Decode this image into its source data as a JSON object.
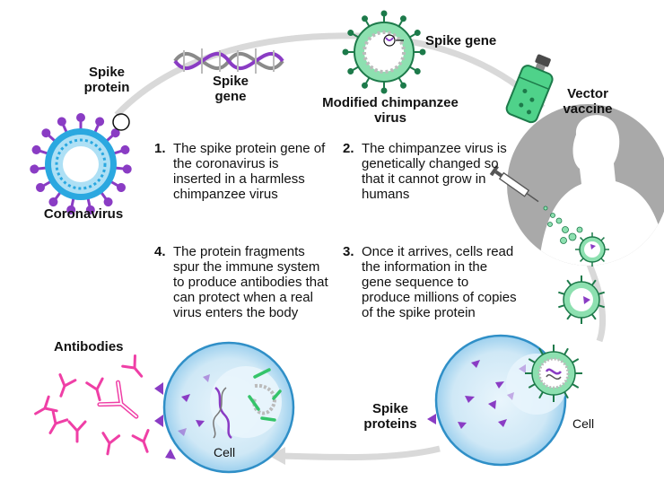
{
  "labels": {
    "spike_protein": "Spike protein",
    "coronavirus": "Coronavirus",
    "spike_gene_dna": "Spike gene",
    "spike_gene_virus": "Spike gene",
    "modified_virus": "Modified chimpanzee virus",
    "vector_vaccine": "Vector vaccine",
    "antibodies": "Antibodies",
    "spike_proteins": "Spike proteins",
    "cell_left": "Cell",
    "cell_right": "Cell"
  },
  "steps": [
    {
      "num": "1.",
      "text": "The spike protein gene of the coronavirus is inserted in a harmless chimpanzee virus"
    },
    {
      "num": "2.",
      "text": "The chimpanzee virus is genetically changed so that it cannot grow in humans"
    },
    {
      "num": "3.",
      "text": "Once it arrives, cells read the information in the gene sequence to produce millions of copies of the spike protein"
    },
    {
      "num": "4.",
      "text": "The protein fragments spur the immune system to produce antibodies that can protect when a real virus enters the body"
    }
  ],
  "colors": {
    "virus_blue": "#2aa8e0",
    "virus_light": "#aee0f5",
    "spike_purple": "#8a3cc4",
    "mod_virus_green": "#8de0b0",
    "mod_virus_dark": "#1d7a4a",
    "antibody_pink": "#ef3fa6",
    "cycle_gray": "#d9d9d9",
    "silhouette_gray": "#a9a9a9",
    "cell_blue": "#cfe8f6",
    "cell_border": "#2f8fc7",
    "vial_green": "#4fd28a"
  }
}
